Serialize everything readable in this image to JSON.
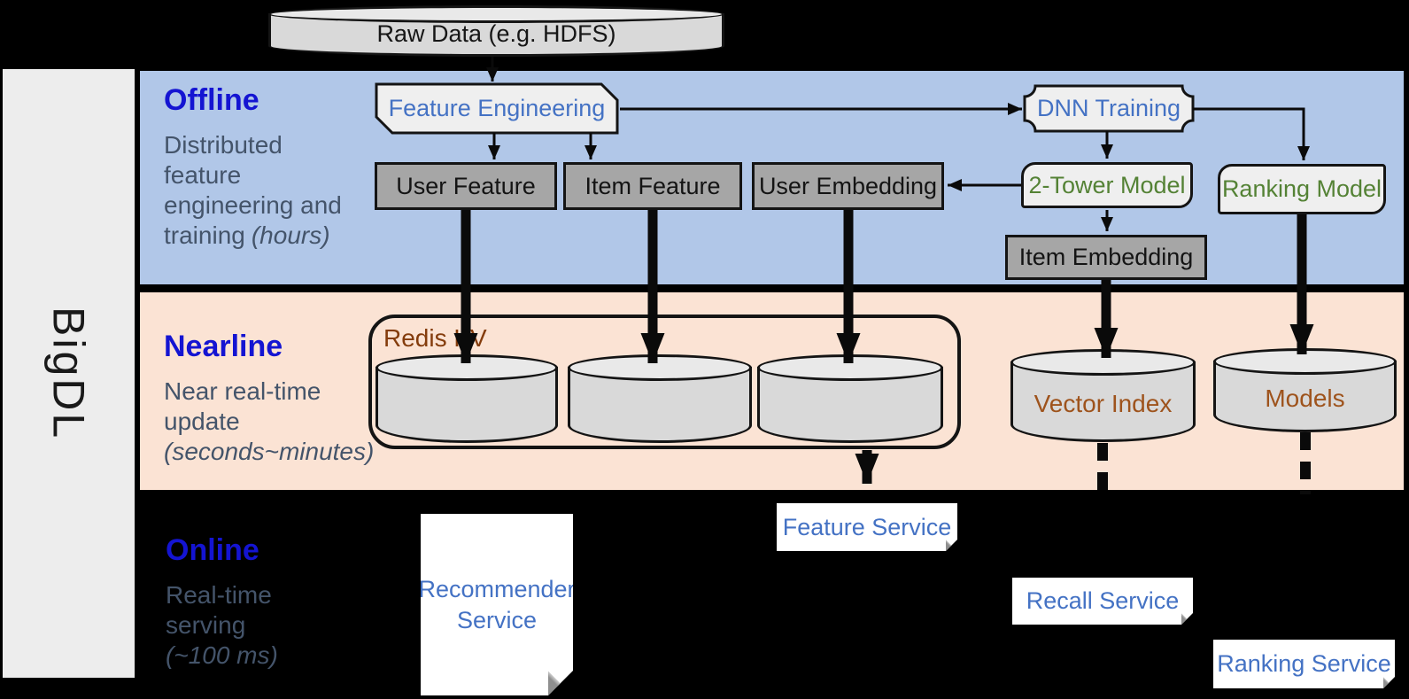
{
  "brand": {
    "label": "BigDL"
  },
  "raw_data": {
    "label": "Raw Data (e.g. HDFS)"
  },
  "sections": {
    "offline": {
      "title": "Offline",
      "line1": "Distributed",
      "line2": "feature",
      "line3": "engineering and",
      "line4": "training",
      "line4_italic": "(hours)"
    },
    "nearline": {
      "title": "Nearline",
      "line1": "Near real-time",
      "line2": "update",
      "italic_line": "(seconds~minutes)"
    },
    "online": {
      "title": "Online",
      "line1": "Real-time",
      "line2": "serving",
      "italic_line": "(~100 ms)"
    }
  },
  "offline_nodes": {
    "feature_engineering": "Feature Engineering",
    "dnn_training": "DNN Training",
    "user_feature": "User Feature",
    "item_feature": "Item Feature",
    "user_embedding": "User Embedding",
    "item_embedding": "Item Embedding",
    "two_tower_model": "2-Tower Model",
    "ranking_model": "Ranking Model"
  },
  "nearline_nodes": {
    "redis_kv": "Redis KV",
    "vector_index": "Vector Index",
    "models": "Models"
  },
  "online_services": {
    "recommender": "Recommender Service",
    "feature": "Feature Service",
    "recall": "Recall Service",
    "ranking": "Ranking Service"
  },
  "theme": {
    "band_blue": "#b1c7e8",
    "band_orange": "#fbe3d4",
    "title_blue": "#1414d2",
    "body_slate": "#44546a",
    "node_blue": "#4472c4",
    "green": "#548235",
    "redis_brown": "#843c0c",
    "cyl_brown": "#9e531c",
    "box_gray": "#a6a6a6",
    "shape_fill": "#efefef",
    "cyl_fill": "#d9d9d9",
    "cyl_top_fill": "#e9e9e9",
    "doc_text": "#4472c4",
    "outline": "#141414"
  }
}
